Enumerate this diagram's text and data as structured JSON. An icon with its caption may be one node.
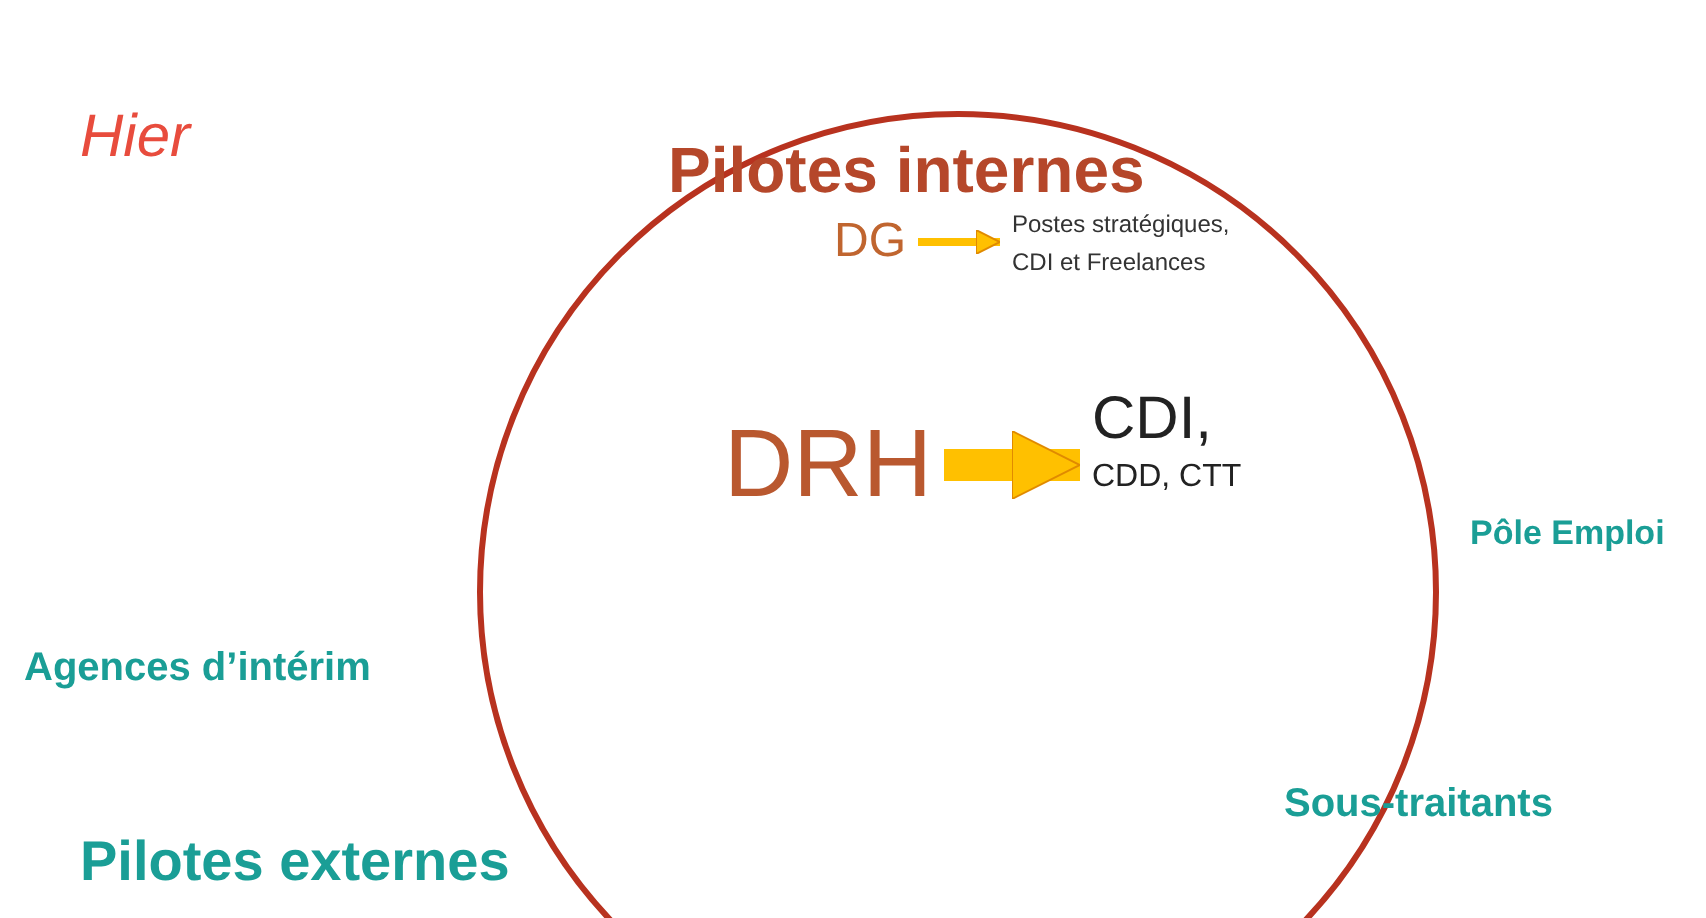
{
  "diagram": {
    "nodes": [
      {
        "text": [
          "Pilotes internes"
        ]
      },
      {
        "text": [
          "DG"
        ],
        "in": 0
      },
      {
        "text": [
          "Postes stratégiques, CDI et Freelances"
        ],
        "in": 0
      },
      {
        "text": [
          "DRH"
        ],
        "in": 0
      },
      {
        "text": [
          "CDI, CDD, CTT"
        ],
        "in": 0
      }
    ],
    "edges": [
      {
        "from": 1,
        "to": 2,
        "arrow": "to"
      },
      {
        "from": 3,
        "to": 4,
        "arrow": "to",
        "style": "thick"
      }
    ],
    "labels": [
      "Hier",
      "Pôle Emploi",
      "Agences d’intérim",
      "Sous-traitants",
      "Pilotes externes"
    ]
  }
}
